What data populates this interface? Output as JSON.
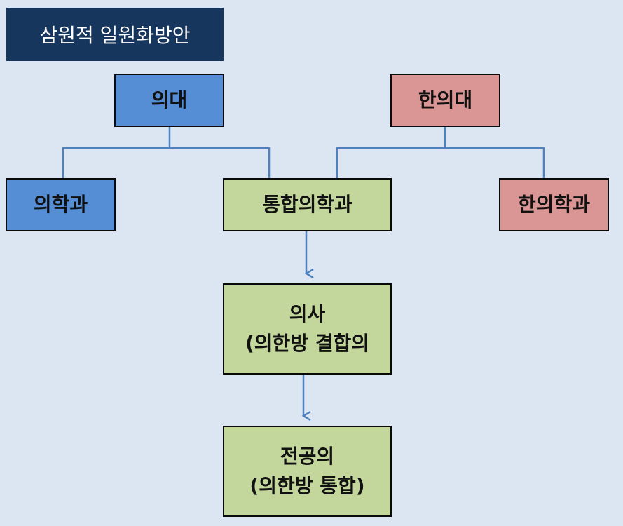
{
  "title": "삼원적 일원화방안",
  "nodes": {
    "medical_school": "의대",
    "korean_medical_school": "한의대",
    "medicine_dept": "의학과",
    "integrated_medicine_dept": "통합의학과",
    "korean_medicine_dept": "한의학과",
    "doctor": {
      "line1": "의사",
      "line2": "(의한방 결합의"
    },
    "specialist": {
      "line1": "전공의",
      "line2": "(의한방 통합)"
    }
  },
  "colors": {
    "background": "#dce6f2",
    "title_bg": "#17365d",
    "western": "#558ed5",
    "korean": "#d99694",
    "integrated": "#c3d69b",
    "connector": "#4f81bd"
  }
}
